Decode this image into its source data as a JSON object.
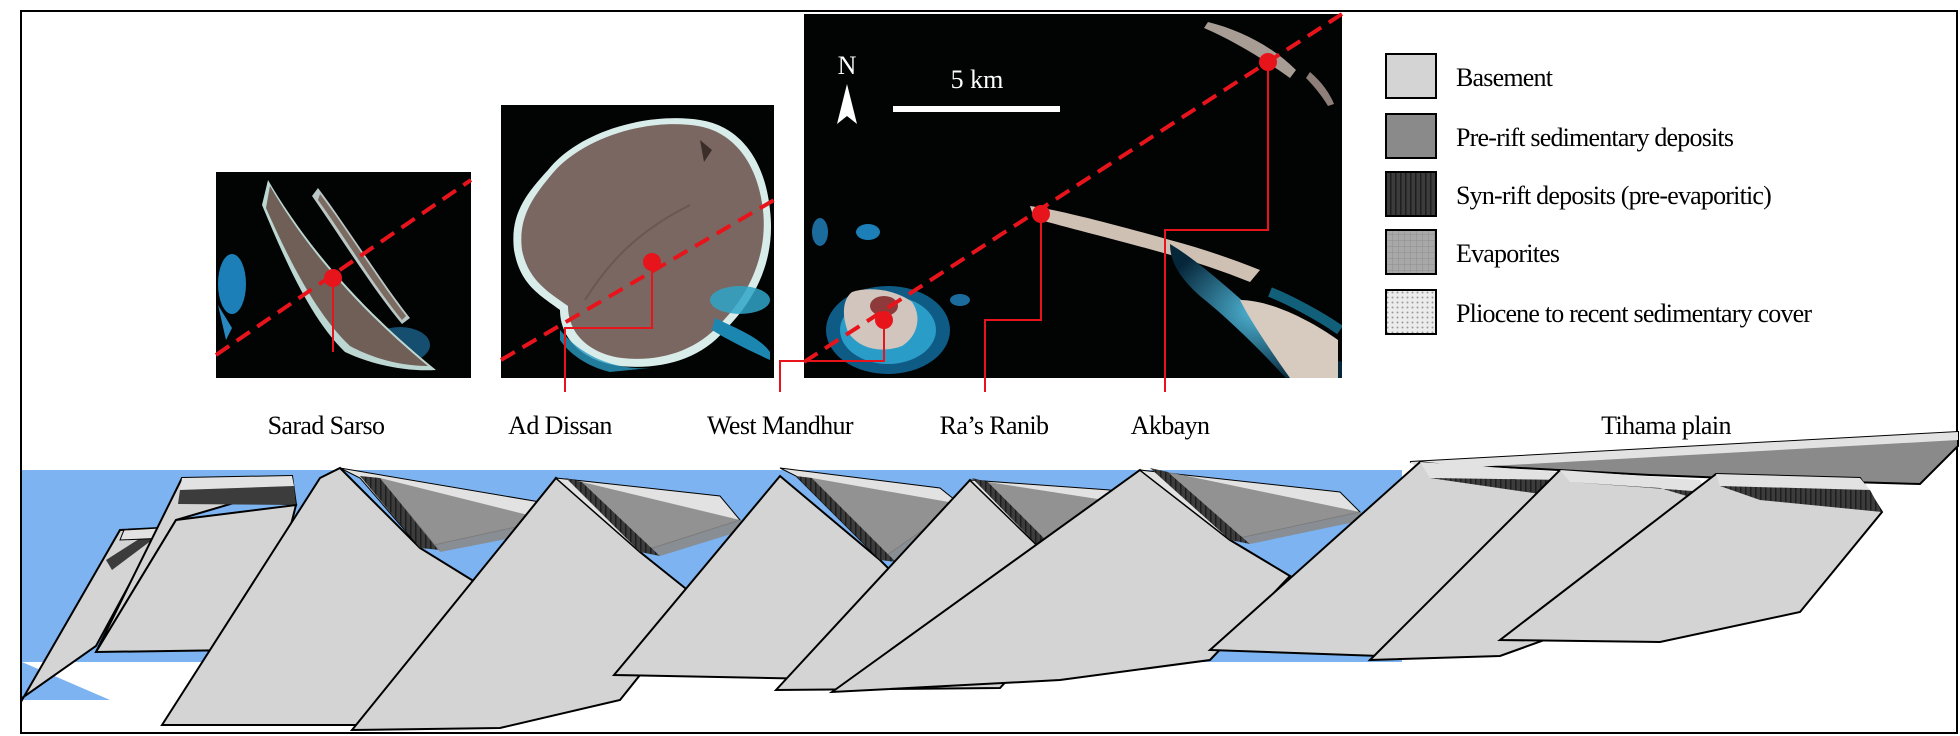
{
  "locations": [
    {
      "id": "sarad-sarso",
      "label": "Sarad Sarso"
    },
    {
      "id": "ad-dissan",
      "label": "Ad Dissan"
    },
    {
      "id": "west-mandhur",
      "label": "West Mandhur"
    },
    {
      "id": "ras-ranib",
      "label": "Ra’s Ranib"
    },
    {
      "id": "akbayn",
      "label": "Akbayn"
    },
    {
      "id": "tihama-plain",
      "label": "Tihama plain"
    }
  ],
  "map": {
    "north_label": "N",
    "scale_label": "5 km"
  },
  "legend": [
    {
      "label": "Basement",
      "color": "#d4d4d4",
      "pattern": "solid"
    },
    {
      "label": "Pre-rift sedimentary deposits",
      "color": "#8a8a8a",
      "pattern": "solid"
    },
    {
      "label": "Syn-rift deposits (pre-evaporitic)",
      "color": "#3c3c3c",
      "pattern": "vertical-stripes"
    },
    {
      "label": "Evaporites",
      "color": "#a8a8a8",
      "pattern": "fine-grid"
    },
    {
      "label": "Pliocene to recent sedimentary cover",
      "color": "#e2e2e2",
      "pattern": "dots"
    }
  ],
  "colors": {
    "sea": "#7cb3f0",
    "marker": "#e8141c",
    "trace": "#e8141c",
    "basement": "#d4d4d4"
  }
}
